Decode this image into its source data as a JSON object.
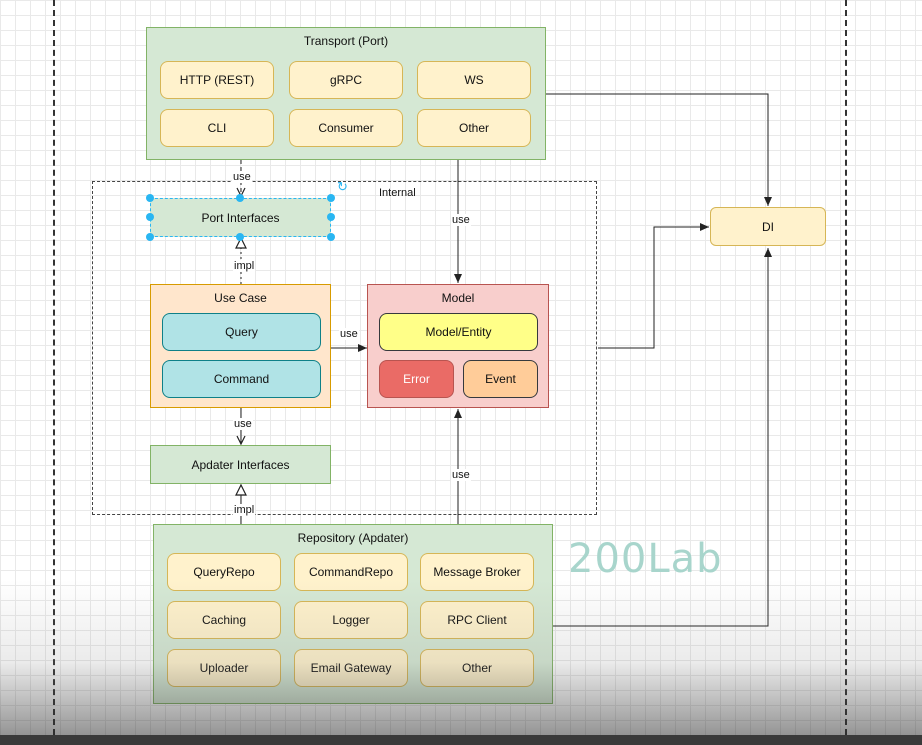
{
  "transport": {
    "title": "Transport (Port)",
    "items": [
      "HTTP (REST)",
      "gRPC",
      "WS",
      "CLI",
      "Consumer",
      "Other"
    ]
  },
  "internal": {
    "title": "Internal"
  },
  "port_interfaces": {
    "label": "Port Interfaces"
  },
  "use_case": {
    "title": "Use Case",
    "items": [
      "Query",
      "Command"
    ]
  },
  "model": {
    "title": "Model",
    "entity": "Model/Entity",
    "error": "Error",
    "event": "Event"
  },
  "adapter_interfaces": {
    "label": "Apdater Interfaces"
  },
  "repository": {
    "title": "Repository (Apdater)",
    "items": [
      "QueryRepo",
      "CommandRepo",
      "Message Broker",
      "Caching",
      "Logger",
      "RPC Client",
      "Uploader",
      "Email Gateway",
      "Other"
    ]
  },
  "di": {
    "label": "DI"
  },
  "edges": {
    "transport_use": "use",
    "port_impl": "impl",
    "transport_model_use": "use",
    "usecase_model_use": "use",
    "usecase_adapter_use": "use",
    "adapter_impl": "impl",
    "repo_model_use": "use"
  },
  "watermark": "200Lab",
  "colors": {
    "green_fill": "#d5e8d4",
    "green_stroke": "#82b366",
    "orange_fill": "#ffe6cc",
    "red_fill": "#f8cecc",
    "yellow_item": "#fff2cc",
    "cyan_item": "#b0e3e6",
    "selection": "#29b6f2"
  }
}
